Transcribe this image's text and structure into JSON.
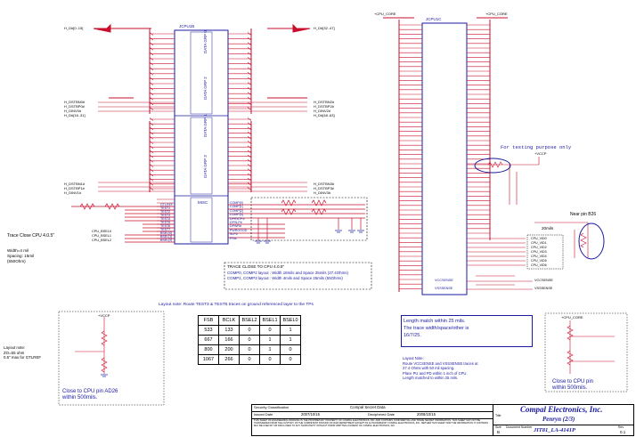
{
  "schematic": {
    "left_ic": {
      "ref": "JCPU1B",
      "grp0_label": "DATA GRP 0",
      "grp2_label": "DATA GRP 2",
      "grp1_label": "DATA GRP 1",
      "grp3_label": "DATA GRP 3",
      "misc_label": "MISC",
      "top_left_net": "H_D#[0..15]",
      "top_right_net": "H_D#[32..47]",
      "mid_left_nets": [
        "H_DSTBN0#",
        "H_DSTBP0#",
        "H_DINV0#",
        "H_D#[16..31]"
      ],
      "mid_right_nets": [
        "H_DSTBN2#",
        "H_DSTBP2#",
        "H_DINV2#",
        "H_D#[48..63]"
      ],
      "low_left_nets": [
        "H_DSTBN1#",
        "H_DSTBP1#",
        "H_DINV1#"
      ],
      "low_right_nets": [
        "H_DSTBN3#",
        "H_DSTBP3#",
        "H_DINV3#"
      ],
      "misc_pins": [
        "GTLREF",
        "TEST1",
        "TEST2",
        "TEST3",
        "TEST4",
        "TEST5",
        "TEST6",
        "TEST7",
        "BSEL[0]",
        "BSEL[1]",
        "BSEL[2]"
      ],
      "misc_right_pins": [
        "COMP[0]",
        "COMP[1]",
        "COMP[2]",
        "COMP[3]",
        "DPRSTP#",
        "DPSLP#",
        "DPWR#",
        "PWRGOOD",
        "SLP#",
        "PSI#"
      ],
      "cpu_bsel_nets": [
        "CPU_BSEL0",
        "CPU_BSEL1",
        "CPU_BSEL2"
      ]
    },
    "right_ic": {
      "ref": "JCPU1C",
      "top_left_net": "+CPU_CORE",
      "top_right_net": "+CPU_CORE",
      "vcc_prefix": "VCC",
      "vid_nets": [
        "CPU_VID0",
        "CPU_VID1",
        "CPU_VID2",
        "CPU_VID3",
        "CPU_VID4",
        "CPU_VID5",
        "CPU_VID6"
      ],
      "vccsense": "VCCSENSE",
      "vsssense": "VSSSENSE",
      "vccsense_net": "VCCSENSE",
      "vsssense_net": "VSSSENSE"
    },
    "notes": {
      "trace_close": "Trace Close CPU 4.0.5\"",
      "trace_spec": [
        "Width=4 mil",
        "Spacing: 15mil",
        "(550Ohm)"
      ],
      "comp_title": "TRACE CLOSE TO CPU 4.0.5\"",
      "comp_lines": [
        "COMP0, COMP2 layout : Width 18mils and Space 25mils (27.4Ohms)",
        "COMP1, COMP3 layout : Width 4mils and Space 25mils (55Ohms)"
      ],
      "layout_note": "Layout note: Route TEST3 & TEST5 traces on ground referenced layer to the TPs",
      "testing_purpose": "For testing purpose only",
      "near_pin": "Near pin B26",
      "mils_20": "20mils",
      "gtlref_note": [
        "Layout note:",
        "ZO=55 ohm",
        "0.5\" max for GTLREF"
      ],
      "close_a26": [
        "Close to CPU pin AD26",
        "within 500mils."
      ],
      "length_match": [
        "Length match within 25 mils.",
        "The trace width/space/other is",
        "16/7/25."
      ],
      "layout_vcc": [
        "Layout Note:",
        "Route VCCSENSE and VSSSENSE traces at",
        "27.4 Ohms with 50 mil spacing.",
        "Place PU and PD within 1 inch of CPU.",
        "Length matched to within 25 mils."
      ],
      "close_500": [
        "Close to CPU pin",
        "within 500mils."
      ],
      "rail_vcc": "+VCCP",
      "rail_cpu": "+CPU_CORE"
    },
    "fsb_table": {
      "headers": [
        "FSB",
        "BCLK",
        "BSEL2",
        "BSEL1",
        "BSEL0"
      ],
      "rows": [
        [
          "533",
          "133",
          "0",
          "0",
          "1"
        ],
        [
          "667",
          "166",
          "0",
          "1",
          "1"
        ],
        [
          "800",
          "200",
          "0",
          "1",
          "0"
        ],
        [
          "1067",
          "266",
          "0",
          "0",
          "0"
        ]
      ]
    },
    "title_block": {
      "security_label": "Security Classification",
      "security_value": "Compal Secret Data",
      "issued_label": "Issued Date",
      "issued_value": "2007/10/15",
      "deciphered_label": "Deciphered Date",
      "deciphered_value": "2008/10/15",
      "company": "Compal Electronics, Inc.",
      "title": "Penryn (2/3)",
      "size_label": "Size",
      "size_value": "B",
      "doc_label": "Document Number",
      "doc_value": "JIT81_LA-4141P",
      "rev_label": "Rev",
      "rev_value": "0.1",
      "legal": "THIS SHEET OF ENGINEERING DRAWING IS THE PROPRIETARY PROPERTY OF COMPAL ELECTRONICS, INC. AND CONTAINS CONFIDENTIAL AND TRADE SECRET INFORMATION. THIS SHEET MAY NOT BE TRANSFERED FROM THE CUSTODY OF THE COMPETENT DIVISION OF R&D DEPARTMENT EXCEPT AS AUTHORIZED BY COMPAL ELECTRONICS, INC. NEITHER THIS SHEET NOR THE INFORMATION IT CONTAINS MAY BE USED BY OR DISCLOSED TO ANY THIRD PARTY WITHOUT PRIOR WRITTEN CONSENT OF COMPAL ELECTRONICS, INC."
    },
    "colors": {
      "wire": "#c8102e",
      "ic_border": "#1a1aa0",
      "text": "#000000",
      "note_blue": "#1a1aa0"
    }
  }
}
